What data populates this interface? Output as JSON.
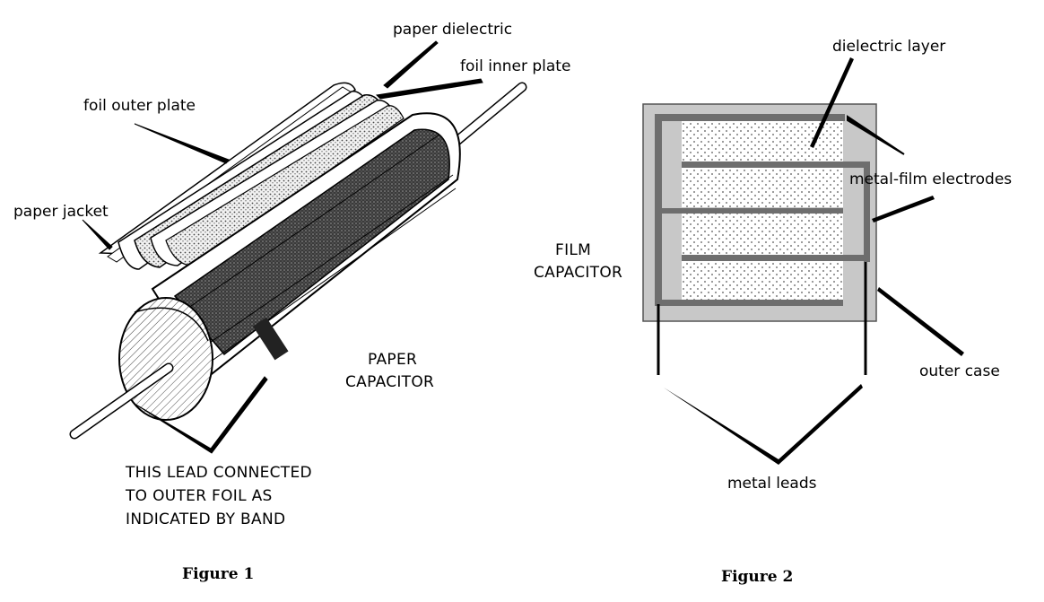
{
  "figure1": {
    "caption": "Figure 1",
    "title_lines": [
      "PAPER",
      "CAPACITOR"
    ],
    "labels": {
      "paper_dielectric": "paper dielectric",
      "foil_inner_plate": "foil inner plate",
      "foil_outer_plate": "foil outer plate",
      "paper_jacket": "paper jacket"
    },
    "note_lines": [
      "THIS LEAD CONNECTED",
      "TO OUTER FOIL AS",
      "INDICATED BY BAND"
    ]
  },
  "figure2": {
    "caption": "Figure 2",
    "title_lines": [
      "FILM",
      "CAPACITOR"
    ],
    "labels": {
      "dielectric_layer": "dielectric layer",
      "metal_film_electrodes": "metal-film electrodes",
      "outer_case": "outer case",
      "metal_leads": "metal leads"
    }
  }
}
